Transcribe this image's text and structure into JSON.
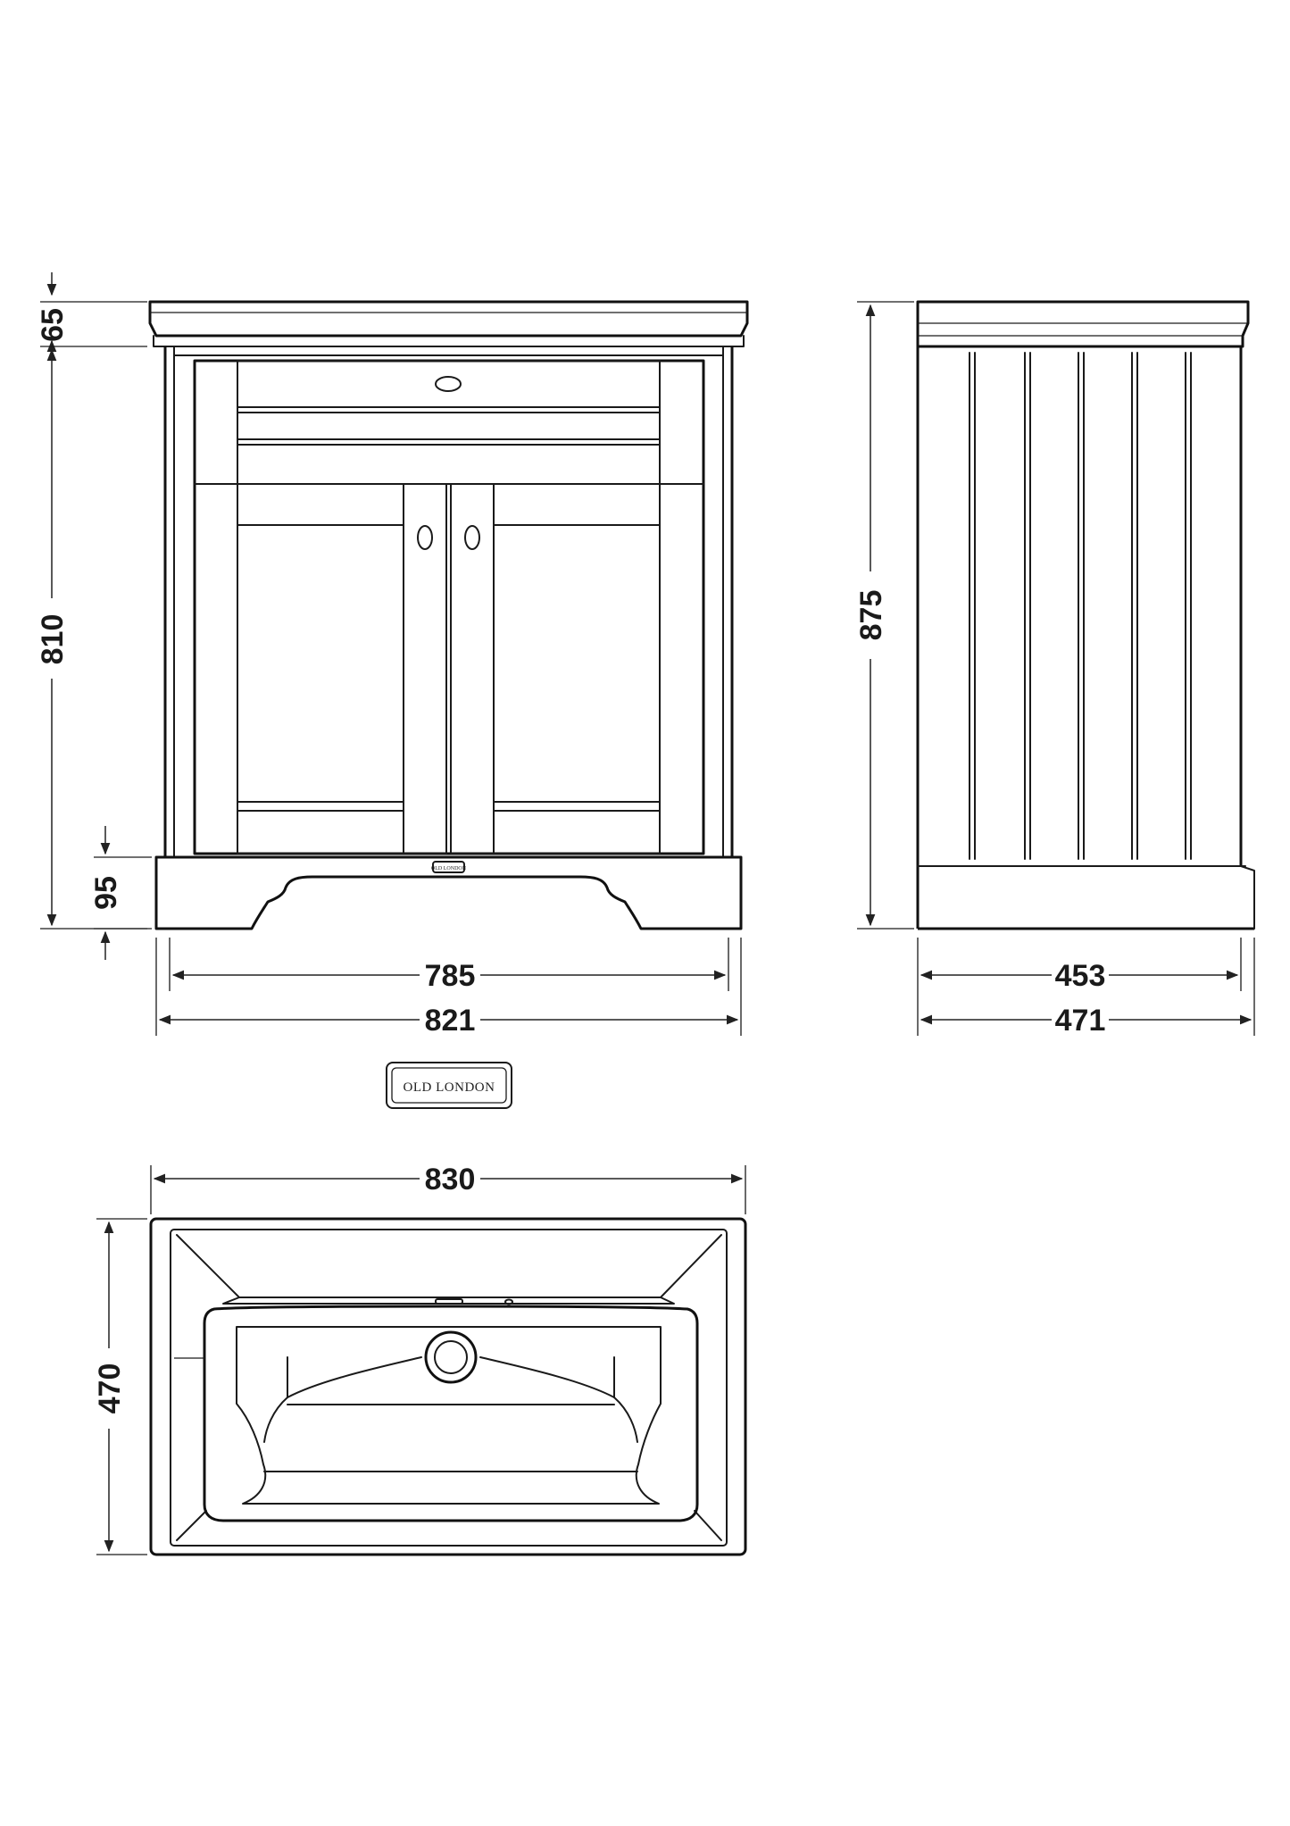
{
  "brand": {
    "logo_text": "OLD LONDON",
    "badge_text": "OLD LONDON"
  },
  "front_view": {
    "top_height": "65",
    "body_height": "810",
    "plinth_height": "95",
    "inner_width": "785",
    "overall_width": "821"
  },
  "side_view": {
    "overall_height": "875",
    "inner_depth": "453",
    "overall_depth": "471"
  },
  "basin_plan": {
    "width": "830",
    "depth": "470"
  }
}
